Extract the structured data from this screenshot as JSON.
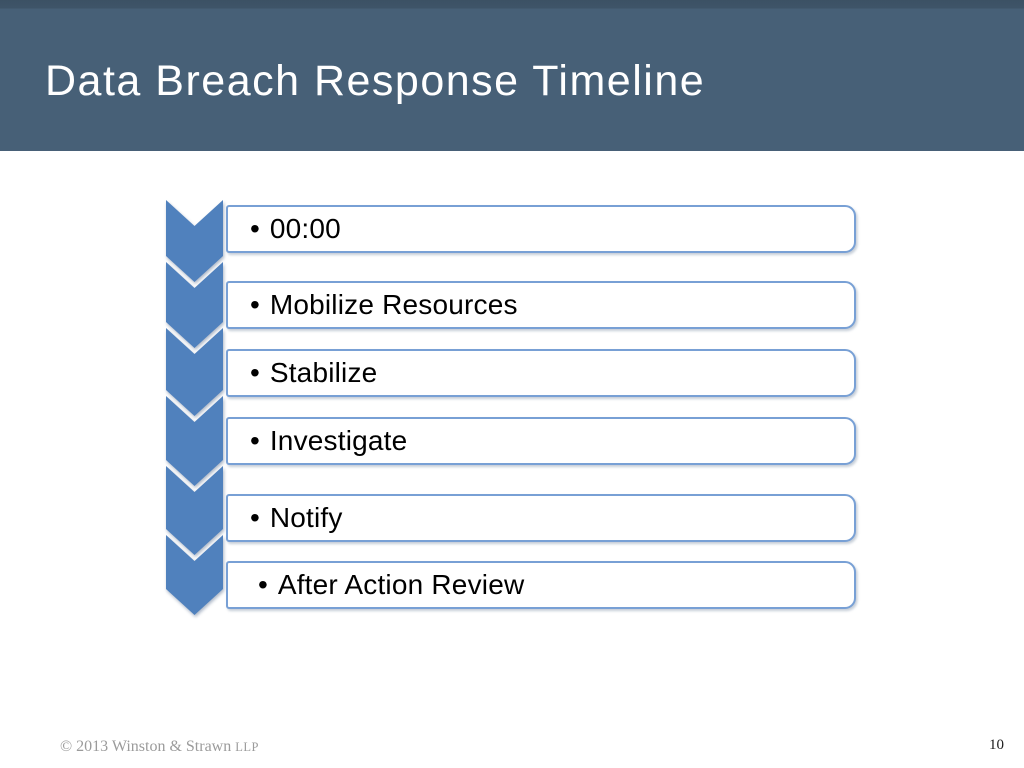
{
  "slide": {
    "title": "Data Breach Response Timeline",
    "timeline": {
      "bullet": "•",
      "items": [
        {
          "label": "00:00"
        },
        {
          "label": "Mobilize Resources"
        },
        {
          "label": "Stabilize"
        },
        {
          "label": "Investigate"
        },
        {
          "label": "Notify"
        },
        {
          "label": "After Action Review"
        }
      ]
    },
    "footer": {
      "copyright": "© 2013 Winston & Strawn ",
      "llp": "LLP",
      "page_number": "10"
    },
    "colors": {
      "header_bg": "#476077",
      "chevron_fill": "#5081bd",
      "box_border": "#78a0d5",
      "title_text": "#ffffff",
      "body_text": "#000000",
      "footer_text": "#9b9b9b"
    }
  }
}
